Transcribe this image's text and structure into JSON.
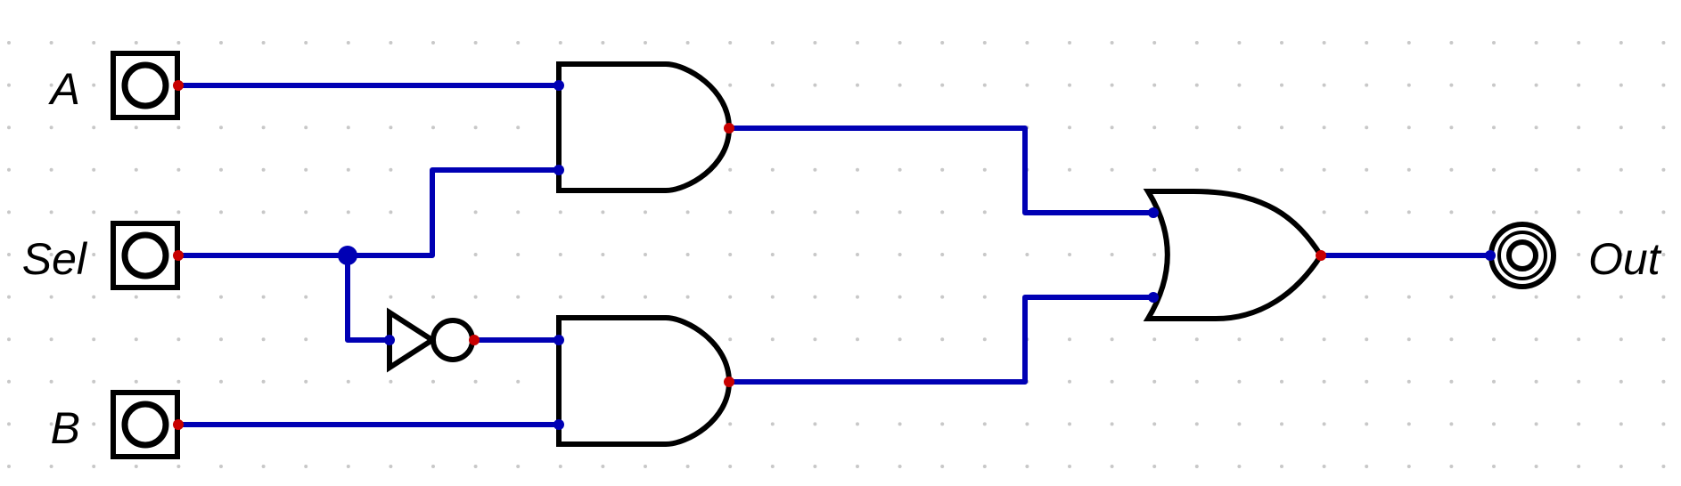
{
  "inputs": {
    "a": {
      "label": "A"
    },
    "sel": {
      "label": "Sel"
    },
    "b": {
      "label": "B"
    }
  },
  "output": {
    "label": "Out"
  },
  "colors": {
    "wire": "#0000b4",
    "gate_stroke": "#000000",
    "output_pin": "#c80000",
    "input_pin": "#0000b4",
    "grid_dot": "#c8c8c8",
    "background": "#ffffff"
  },
  "icons": {
    "input": "input-pin-icon",
    "output": "output-pin-icon",
    "and": "and-gate-icon",
    "or": "or-gate-icon",
    "not": "not-gate-icon"
  }
}
